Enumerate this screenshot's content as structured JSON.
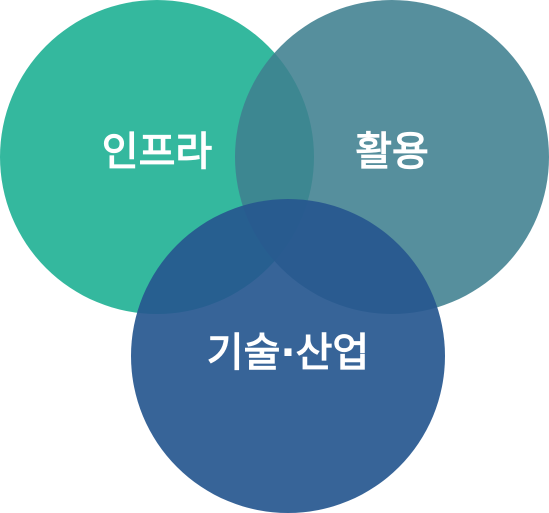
{
  "diagram": {
    "type": "venn",
    "circles": [
      {
        "label": "인프라",
        "color": "#34b89e",
        "opacity": 1.0
      },
      {
        "label": "활용",
        "color": "#3f7f90",
        "opacity": 0.88
      },
      {
        "label": "기술·산업",
        "color": "#26578f",
        "opacity": 0.92
      }
    ]
  }
}
